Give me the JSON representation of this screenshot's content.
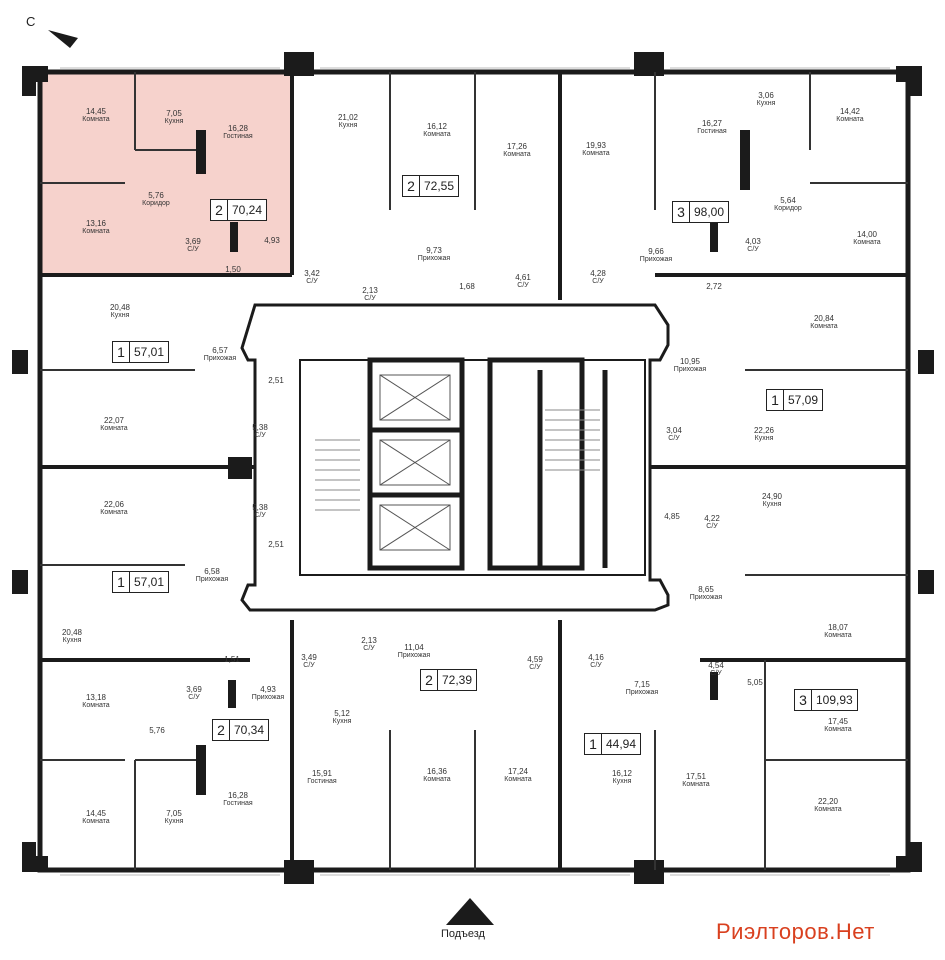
{
  "north_label": "С",
  "entrance_label": "Подъезд",
  "brand": "Риэлторов.Нет",
  "highlight_color": "#f6d2cc",
  "apartments": [
    {
      "id": "a1",
      "rooms": "2",
      "area": "70,24"
    },
    {
      "id": "a2",
      "rooms": "2",
      "area": "72,55"
    },
    {
      "id": "a3",
      "rooms": "3",
      "area": "98,00"
    },
    {
      "id": "a4",
      "rooms": "1",
      "area": "57,01"
    },
    {
      "id": "a5",
      "rooms": "1",
      "area": "57,09"
    },
    {
      "id": "a6",
      "rooms": "1",
      "area": "57,01"
    },
    {
      "id": "a7",
      "rooms": "2",
      "area": "72,39"
    },
    {
      "id": "a8",
      "rooms": "3",
      "area": "109,93"
    },
    {
      "id": "a9",
      "rooms": "2",
      "area": "70,34"
    },
    {
      "id": "a10",
      "rooms": "1",
      "area": "44,94"
    }
  ],
  "rooms": [
    {
      "area": "14,45",
      "name": "Комната"
    },
    {
      "area": "7,05",
      "name": "Кухня"
    },
    {
      "area": "16,28",
      "name": "Гостиная"
    },
    {
      "area": "5,76",
      "name": "Коридор"
    },
    {
      "area": "13,16",
      "name": "Комната"
    },
    {
      "area": "3,69",
      "name": "С/У"
    },
    {
      "area": "4,93",
      "name": ""
    },
    {
      "area": "1,50",
      "name": ""
    },
    {
      "area": "21,02",
      "name": "Кухня"
    },
    {
      "area": "3,42",
      "name": "С/У"
    },
    {
      "area": "2,13",
      "name": "С/У"
    },
    {
      "area": "16,12",
      "name": "Комната"
    },
    {
      "area": "17,26",
      "name": "Комната"
    },
    {
      "area": "9,73",
      "name": "Прихожая"
    },
    {
      "area": "1,68",
      "name": ""
    },
    {
      "area": "4,61",
      "name": "С/У"
    },
    {
      "area": "19,93",
      "name": "Комната"
    },
    {
      "area": "9,66",
      "name": "Прихожая"
    },
    {
      "area": "4,28",
      "name": "С/У"
    },
    {
      "area": "3,06",
      "name": "Кухня"
    },
    {
      "area": "16,27",
      "name": "Гостиная"
    },
    {
      "area": "14,42",
      "name": "Комната"
    },
    {
      "area": "5,64",
      "name": "Коридор"
    },
    {
      "area": "14,00",
      "name": "Комната"
    },
    {
      "area": "4,03",
      "name": "С/У"
    },
    {
      "area": "2,72",
      "name": ""
    },
    {
      "area": "20,48",
      "name": "Кухня"
    },
    {
      "area": "6,57",
      "name": "Прихожая"
    },
    {
      "area": "2,51",
      "name": ""
    },
    {
      "area": "22,07",
      "name": "Комната"
    },
    {
      "area": "5,38",
      "name": "С/У"
    },
    {
      "area": "22,06",
      "name": "Комната"
    },
    {
      "area": "5,38",
      "name": "С/У"
    },
    {
      "area": "2,51",
      "name": ""
    },
    {
      "area": "6,58",
      "name": "Прихожая"
    },
    {
      "area": "20,48",
      "name": "Кухня"
    },
    {
      "area": "20,84",
      "name": "Комната"
    },
    {
      "area": "10,95",
      "name": "Прихожая"
    },
    {
      "area": "3,04",
      "name": "С/У"
    },
    {
      "area": "22,26",
      "name": "Кухня"
    },
    {
      "area": "24,90",
      "name": "Кухня"
    },
    {
      "area": "4,85",
      "name": ""
    },
    {
      "area": "4,22",
      "name": "С/У"
    },
    {
      "area": "8,65",
      "name": "Прихожая"
    },
    {
      "area": "18,07",
      "name": "Комната"
    },
    {
      "area": "4,54",
      "name": "С/У"
    },
    {
      "area": "5,05",
      "name": ""
    },
    {
      "area": "17,45",
      "name": "Комната"
    },
    {
      "area": "22,20",
      "name": "Комната"
    },
    {
      "area": "3,49",
      "name": "С/У"
    },
    {
      "area": "2,13",
      "name": "С/У"
    },
    {
      "area": "11,04",
      "name": "Прихожая"
    },
    {
      "area": "4,59",
      "name": "С/У"
    },
    {
      "area": "4,16",
      "name": "С/У"
    },
    {
      "area": "7,15",
      "name": "Прихожая"
    },
    {
      "area": "5,12",
      "name": "Кухня"
    },
    {
      "area": "15,91",
      "name": "Гостиная"
    },
    {
      "area": "16,36",
      "name": "Комната"
    },
    {
      "area": "17,24",
      "name": "Комната"
    },
    {
      "area": "16,12",
      "name": "Кухня"
    },
    {
      "area": "17,51",
      "name": "Комната"
    },
    {
      "area": "1,51",
      "name": ""
    },
    {
      "area": "3,69",
      "name": "С/У"
    },
    {
      "area": "4,93",
      "name": "Прихожая"
    },
    {
      "area": "13,18",
      "name": "Комната"
    },
    {
      "area": "5,76",
      "name": ""
    },
    {
      "area": "14,45",
      "name": "Комната"
    },
    {
      "area": "7,05",
      "name": "Кухня"
    },
    {
      "area": "16,28",
      "name": "Гостиная"
    }
  ]
}
